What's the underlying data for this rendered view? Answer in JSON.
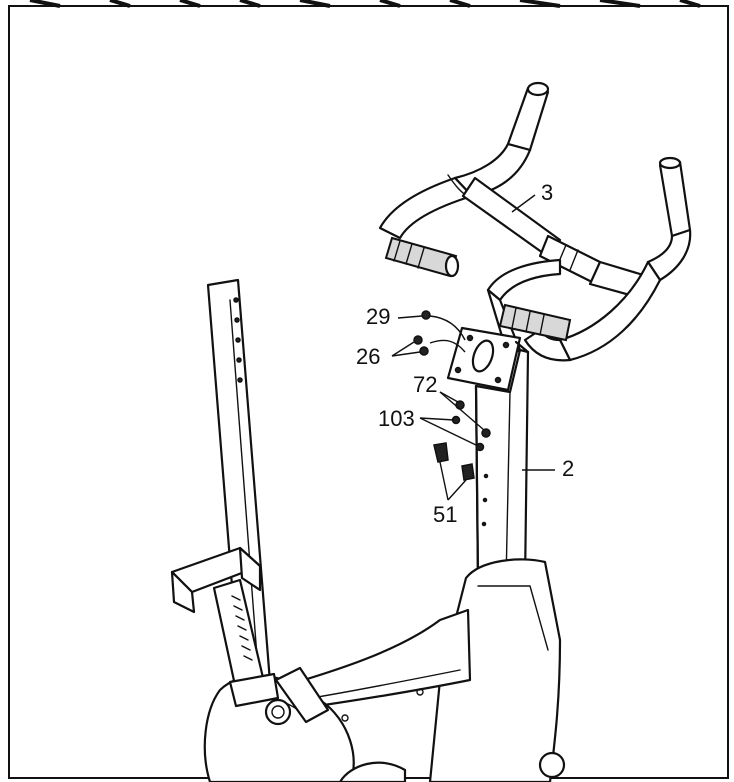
{
  "diagram": {
    "callouts": [
      {
        "id": "part-3",
        "label": "3"
      },
      {
        "id": "part-29",
        "label": "29"
      },
      {
        "id": "part-26",
        "label": "26"
      },
      {
        "id": "part-72",
        "label": "72"
      },
      {
        "id": "part-103",
        "label": "103"
      },
      {
        "id": "part-2",
        "label": "2"
      },
      {
        "id": "part-51",
        "label": "51"
      }
    ]
  }
}
